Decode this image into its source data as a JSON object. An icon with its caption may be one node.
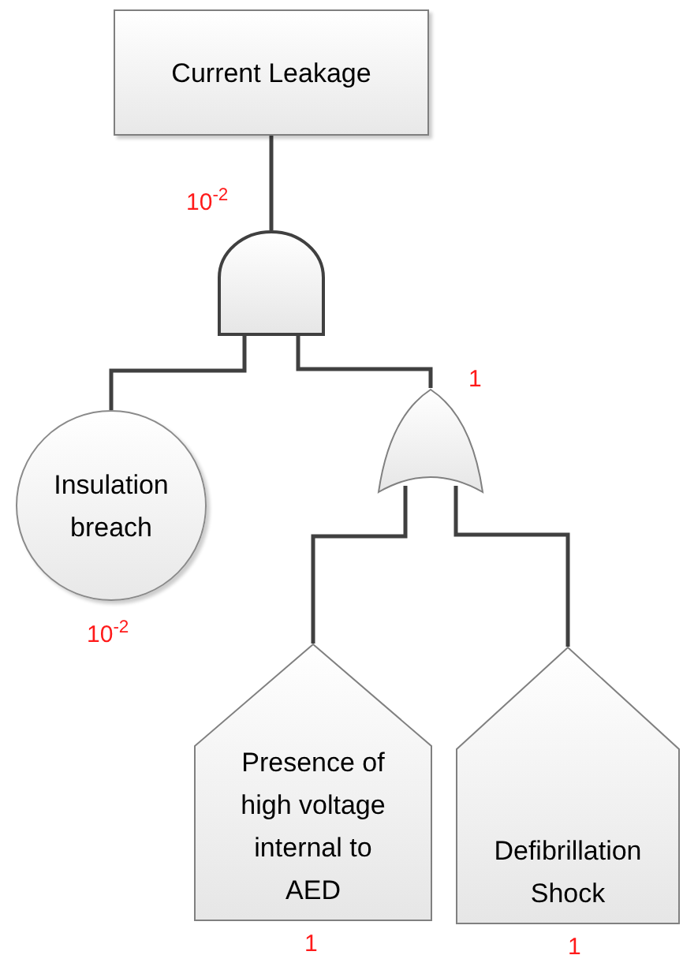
{
  "diagram": {
    "nodes": [
      {
        "text": [
          "Current Leakage"
        ]
      },
      {
        "text": [],
        "shape": "and-gate",
        "beside": [
          "10$^{-2}$"
        ]
      },
      {
        "text": [
          "Insulation breach"
        ],
        "beside": [
          "10$^{-2}$"
        ]
      },
      {
        "text": [],
        "shape": "or-gate",
        "beside": [
          "1"
        ]
      },
      {
        "text": [
          "Presence of high voltage internal to AED"
        ],
        "beside": [
          "1"
        ]
      },
      {
        "text": [
          "Defibrillation Shock"
        ],
        "beside": [
          "1"
        ]
      }
    ],
    "edges": [
      {
        "from": 0,
        "to": 1,
        "arrow": "none"
      },
      {
        "from": 1,
        "to": 2,
        "arrow": "none"
      },
      {
        "from": 1,
        "to": 3,
        "arrow": "none"
      },
      {
        "from": 3,
        "to": 4,
        "arrow": "none"
      },
      {
        "from": 3,
        "to": 5,
        "arrow": "none"
      }
    ]
  }
}
